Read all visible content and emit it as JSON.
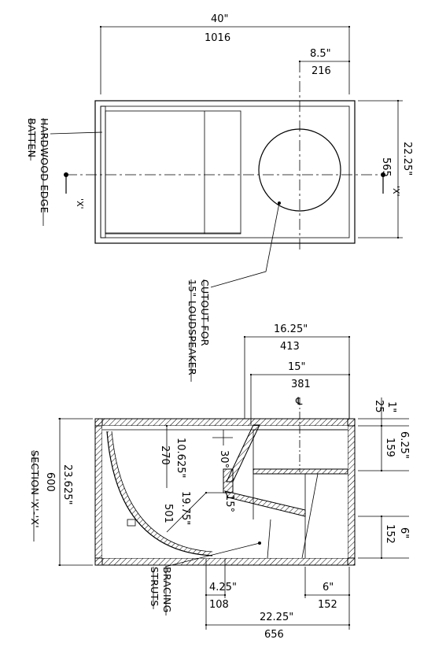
{
  "plan_view": {
    "width_in": "40\"",
    "width_mm": "1016",
    "offset_in": "8.5\"",
    "offset_mm": "216",
    "depth_in": "22.25\"",
    "depth_mm": "565",
    "section_mark_left": "'X'",
    "section_mark_right": "'X'"
  },
  "notes": {
    "hardwood_line1": "HARDWOOD  EDGE",
    "hardwood_line2": "BATTEN",
    "cutout_line1": "CUTOUT FOR",
    "cutout_line2": "15\" LOUDSPEAKER",
    "bracing_line1": "BRACING",
    "bracing_line2": "STRUTS",
    "section_title": "SECTION 'X'-'X'"
  },
  "section_view": {
    "top_in": "16.25\"",
    "top_mm": "413",
    "inner_in": "15\"",
    "inner_mm": "381",
    "centerline": "℄",
    "panel_in": "1\"",
    "panel_mm": "25",
    "upper_right_in": "6.25\"",
    "upper_right_mm": "159",
    "lower_right_in": "6\"",
    "lower_right_mm": "152",
    "height_in": "23.625\"",
    "height_mm": "600",
    "inner_height_in": "10.625\"",
    "inner_height_mm": "270",
    "angle_upper": "30°",
    "angle_lower": "15°",
    "radius_in": "19.75\"",
    "radius_mm": "501",
    "bottom_left_in": "4.25\"",
    "bottom_left_mm": "108",
    "bottom_right_in": "6\"",
    "bottom_right_mm": "152",
    "bottom_total_in": "22.25\"",
    "bottom_total_mm": "656"
  }
}
